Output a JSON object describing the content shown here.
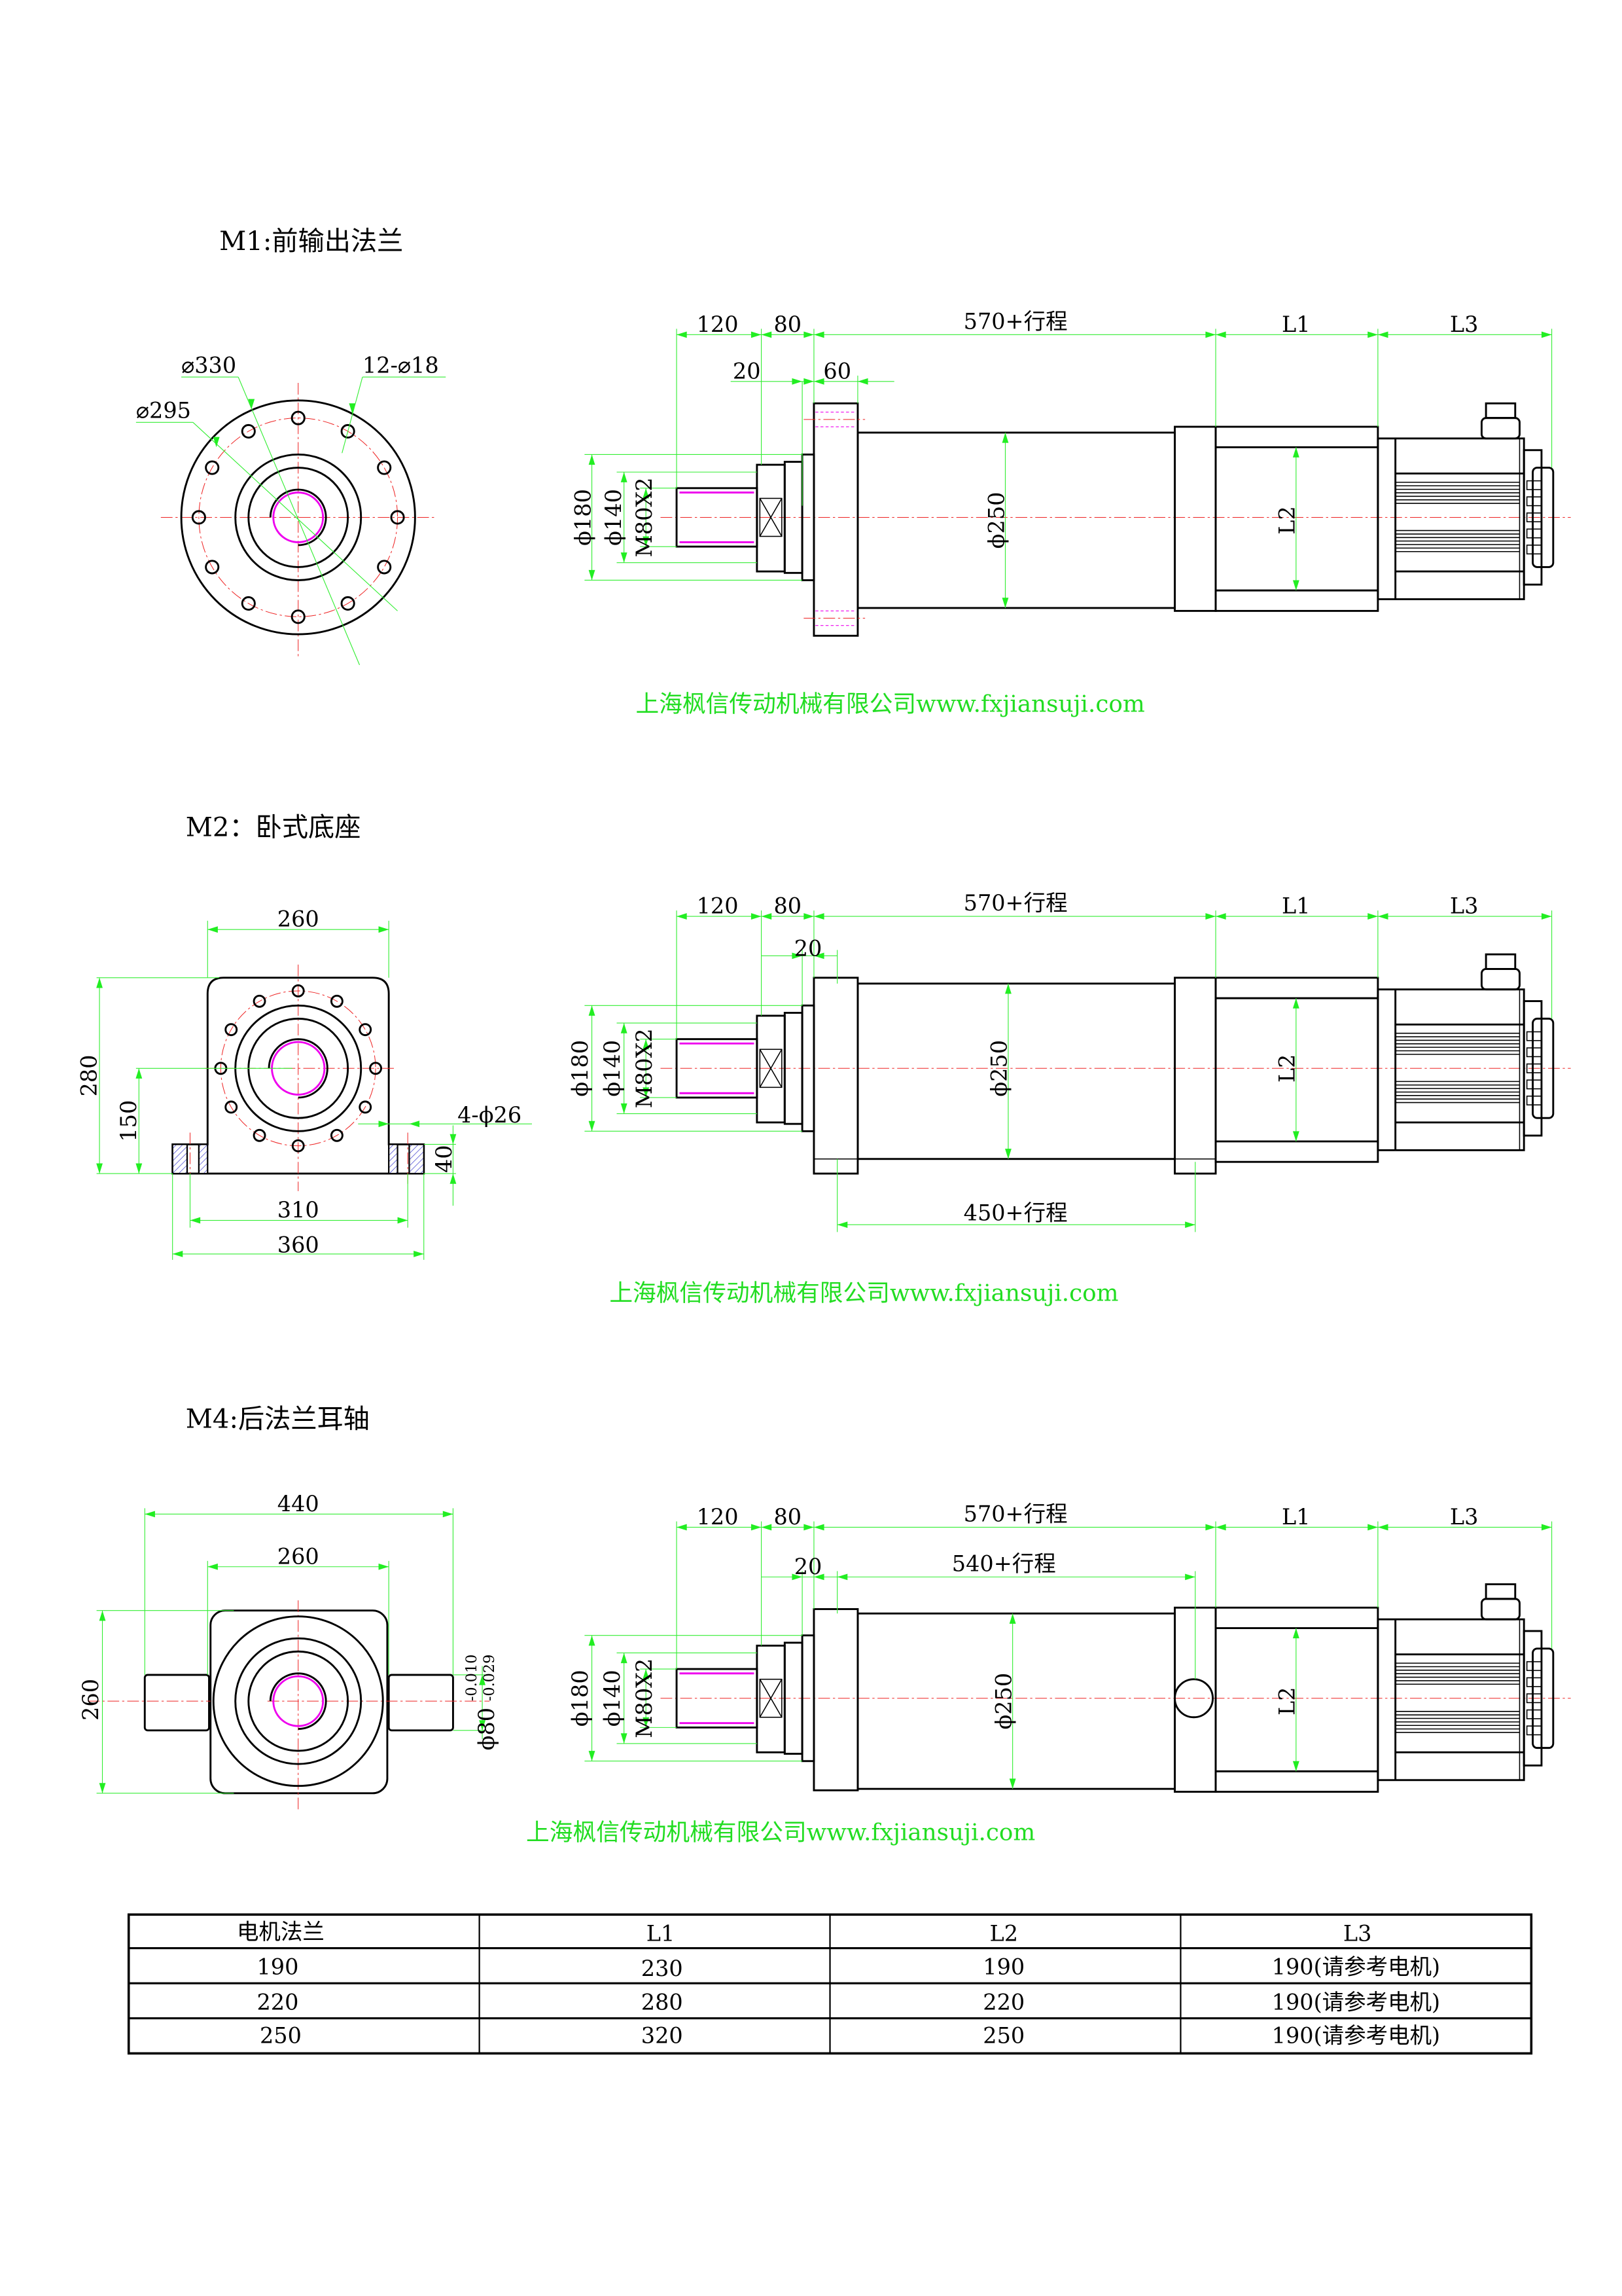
{
  "m1": {
    "title": "M1:前输出法兰",
    "front": {
      "d_outer": "⌀330",
      "d_pcd": "⌀295",
      "holes": "12-⌀18"
    },
    "side": {
      "top_dims": [
        "120",
        "80",
        "570+行程",
        "L1",
        "L3"
      ],
      "d20": "20",
      "d60": "60",
      "d180": "ϕ180",
      "d140": "ϕ140",
      "thread": "M80X2",
      "d250": "ϕ250",
      "l2": "L2"
    }
  },
  "m2": {
    "title": "M2：卧式底座",
    "front": {
      "w260": "260",
      "h280": "280",
      "h150": "150",
      "w310": "310",
      "w360": "360",
      "h40": "40",
      "holes": "4-ϕ26"
    },
    "side": {
      "top_dims": [
        "120",
        "80",
        "570+行程",
        "L1",
        "L3"
      ],
      "d20": "20",
      "bottom": "450+行程",
      "d180": "ϕ180",
      "d140": "ϕ140",
      "thread": "M80X2",
      "d250": "ϕ250",
      "l2": "L2"
    }
  },
  "m4": {
    "title": "M4:后法兰耳轴",
    "front": {
      "w440": "440",
      "w260": "260",
      "h260": "260",
      "shaft": "ϕ80",
      "tol_upper": "-0.010",
      "tol_lower": "-0.029"
    },
    "side": {
      "top_dims": [
        "120",
        "80",
        "570+行程",
        "L1",
        "L3"
      ],
      "d20": "20",
      "d540": "540+行程",
      "d180": "ϕ180",
      "d140": "ϕ140",
      "thread": "M80X2",
      "d250": "ϕ250",
      "l2": "L2"
    }
  },
  "watermark": "上海枫信传动机械有限公司www.fxjiansuji.com",
  "table": {
    "headers": [
      "电机法兰",
      "L1",
      "L2",
      "L3"
    ],
    "rows": [
      [
        "190",
        "230",
        "190",
        "190(请参考电机)"
      ],
      [
        "220",
        "280",
        "220",
        "190(请参考电机)"
      ],
      [
        "250",
        "320",
        "250",
        "190(请参考电机)"
      ]
    ]
  },
  "colors": {
    "dimension": "#33ee33",
    "centerline": "#ee2222",
    "thread": "#ee00ee",
    "outline": "#000000"
  }
}
